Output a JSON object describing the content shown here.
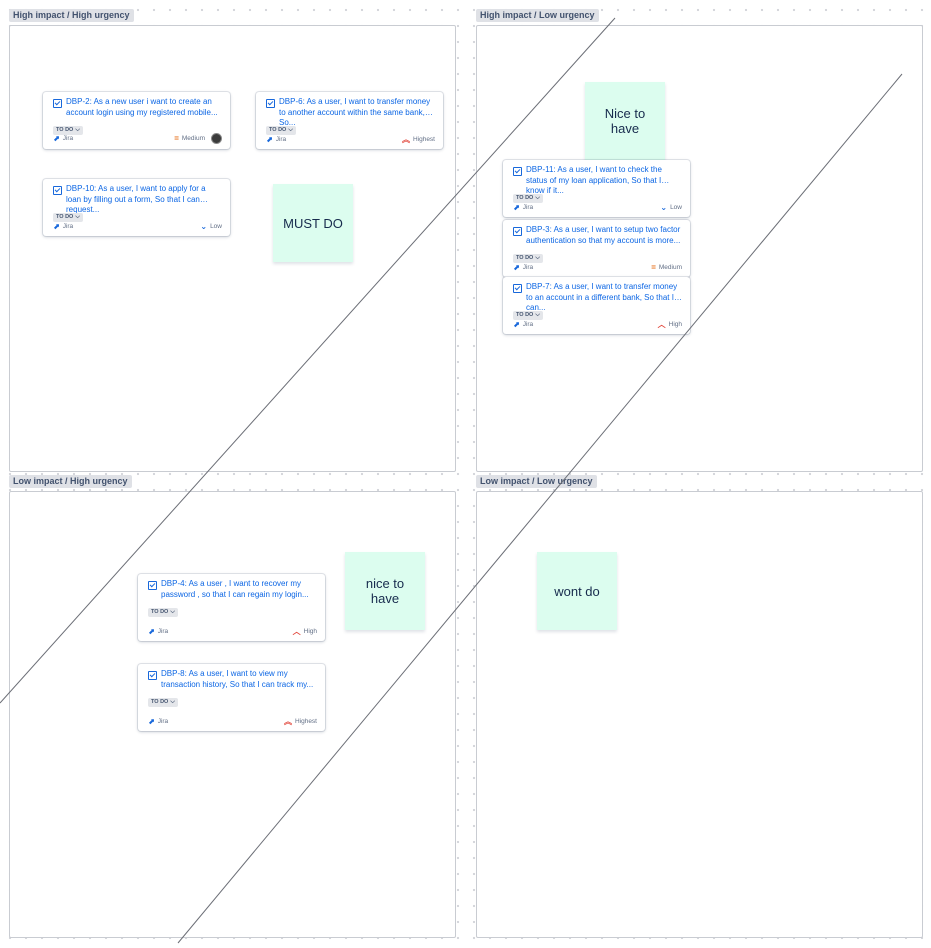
{
  "frames": [
    {
      "label": "High impact / High urgency"
    },
    {
      "label": "High impact / Low urgency"
    },
    {
      "label": "Low impact / High urgency"
    },
    {
      "label": "Low impact / Low urgency"
    }
  ],
  "stickies": [
    {
      "text": "Nice to\nhave"
    },
    {
      "text": "MUST DO"
    },
    {
      "text": "nice to\nhave"
    },
    {
      "text": "wont do"
    }
  ],
  "cards": [
    {
      "title": "DBP-2: As a new user i want to create an account login using my registered mobile...",
      "status": "TO DO",
      "source": "Jira",
      "priority": "Medium",
      "priority_icon": "medium-priority-icon",
      "priority_color": "#e56910",
      "assignee_avatar": true
    },
    {
      "title": "DBP-6: As a user, I want to transfer money to another account within the same bank, So...",
      "status": "TO DO",
      "source": "Jira",
      "priority": "Highest",
      "priority_icon": "highest-priority-icon",
      "priority_color": "#e2483d"
    },
    {
      "title": "DBP-10: As a user, I want to apply for a loan by filling out a form, So that I can request...",
      "status": "TO DO",
      "source": "Jira",
      "priority": "Low",
      "priority_icon": "low-priority-icon",
      "priority_color": "#1868db"
    },
    {
      "title": "DBP-11: As a user, I want to check the status of my loan application, So that I know if it...",
      "status": "TO DO",
      "source": "Jira",
      "priority": "Low",
      "priority_icon": "low-priority-icon",
      "priority_color": "#1868db"
    },
    {
      "title": "DBP-3: As a user, I want to setup two factor authentication so that my account is more...",
      "status": "TO DO",
      "source": "Jira",
      "priority": "Medium",
      "priority_icon": "medium-priority-icon",
      "priority_color": "#e56910"
    },
    {
      "title": "DBP-7: As a user, I want to transfer money to an account in a different bank, So that I can...",
      "status": "TO DO",
      "source": "Jira",
      "priority": "High",
      "priority_icon": "high-priority-icon",
      "priority_color": "#e2483d"
    },
    {
      "title": "DBP-4: As a user , I want to recover my password , so that I can regain my login...",
      "status": "TO DO",
      "source": "Jira",
      "priority": "High",
      "priority_icon": "high-priority-icon",
      "priority_color": "#e2483d"
    },
    {
      "title": "DBP-8: As a user, I want to view my transaction history, So that I can track my...",
      "status": "TO DO",
      "source": "Jira",
      "priority": "Highest",
      "priority_icon": "highest-priority-icon",
      "priority_color": "#e2483d"
    }
  ],
  "colors": {
    "sticky_background": "#dcfdef",
    "link_blue": "#0c66e4",
    "canvas_dots": "#d3d5da"
  }
}
